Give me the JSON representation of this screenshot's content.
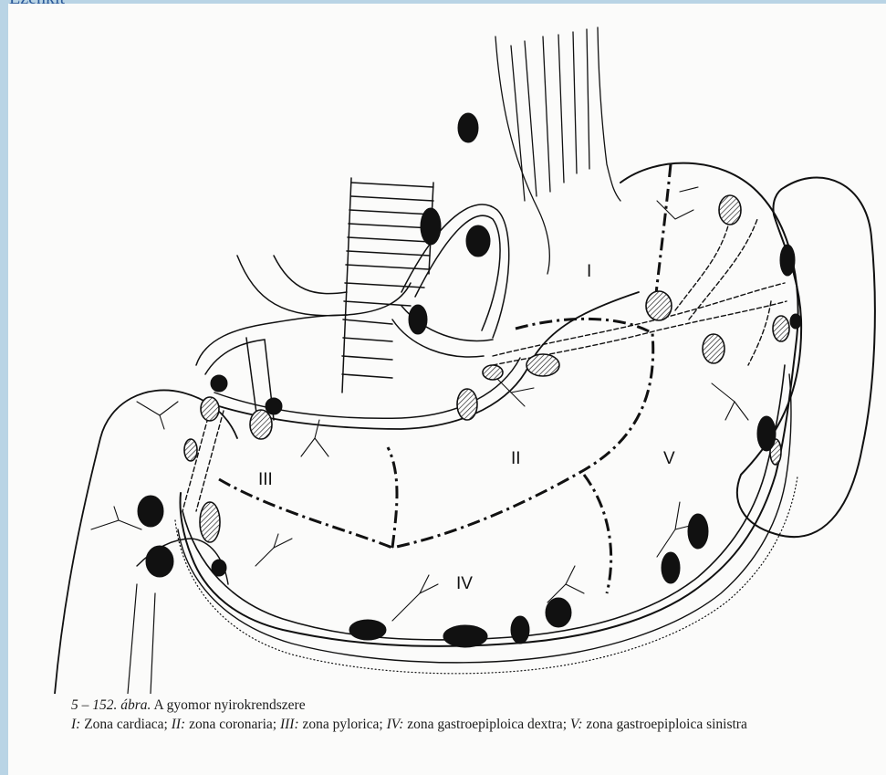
{
  "header": {
    "partial_title": "Ezenkit"
  },
  "figure": {
    "zone_labels": {
      "zone1": "I",
      "zone2": "II",
      "zone3": "III",
      "zone4": "IV",
      "zone5": "V"
    },
    "caption": {
      "number": "5 – 152. ábra.",
      "title": "A gyomor nyirokrendszere",
      "legend": [
        {
          "numeral": "I:",
          "text": "Zona cardiaca;"
        },
        {
          "numeral": "II:",
          "text": "zona coronaria;"
        },
        {
          "numeral": "III:",
          "text": "zona pylorica;"
        },
        {
          "numeral": "IV:",
          "text": "zona gastroepiploica dextra;"
        },
        {
          "numeral": "V:",
          "text": "zona gastroepiploica sinistra"
        }
      ]
    }
  },
  "colors": {
    "accent_band": "#b9d4e5",
    "ink": "#111111",
    "title_link": "#2b5a9a"
  }
}
